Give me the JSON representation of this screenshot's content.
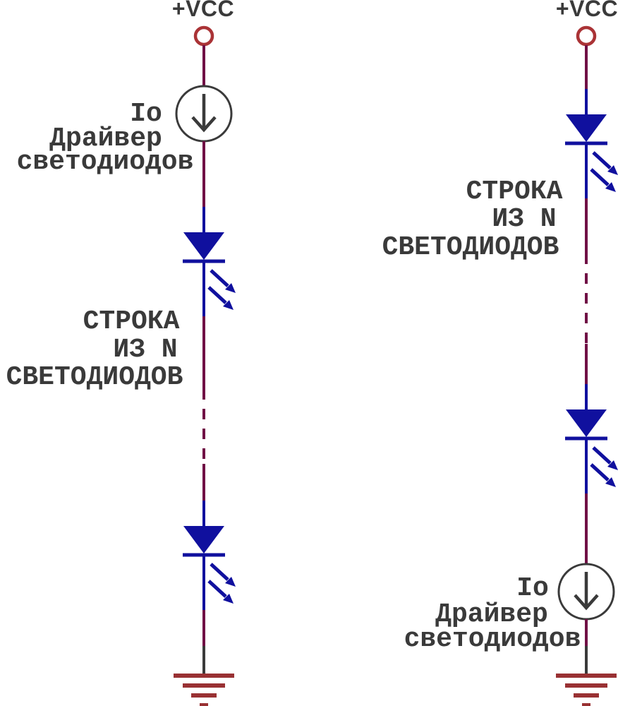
{
  "colors": {
    "ink": "#3a3a3a",
    "wire": "#701045",
    "component_blue": "#10109e",
    "terminal_red": "#aa3336",
    "ground_red": "#993133",
    "background": "#ffffff"
  },
  "left_circuit": {
    "vcc_label": "+VCC",
    "driver_current_label": "Io",
    "driver_name_line1": "Драйвер",
    "driver_name_line2": "светодиодов",
    "string_line1": "СТРОКА",
    "string_line2": "ИЗ N",
    "string_line3": "СВЕТОДИОДОВ"
  },
  "right_circuit": {
    "vcc_label": "+VCC",
    "driver_current_label": "Io",
    "driver_name_line1": "Драйвер",
    "driver_name_line2": "светодиодов",
    "string_line1": "СТРОКА",
    "string_line2": "ИЗ N",
    "string_line3": "СВЕТОДИОДОВ"
  }
}
